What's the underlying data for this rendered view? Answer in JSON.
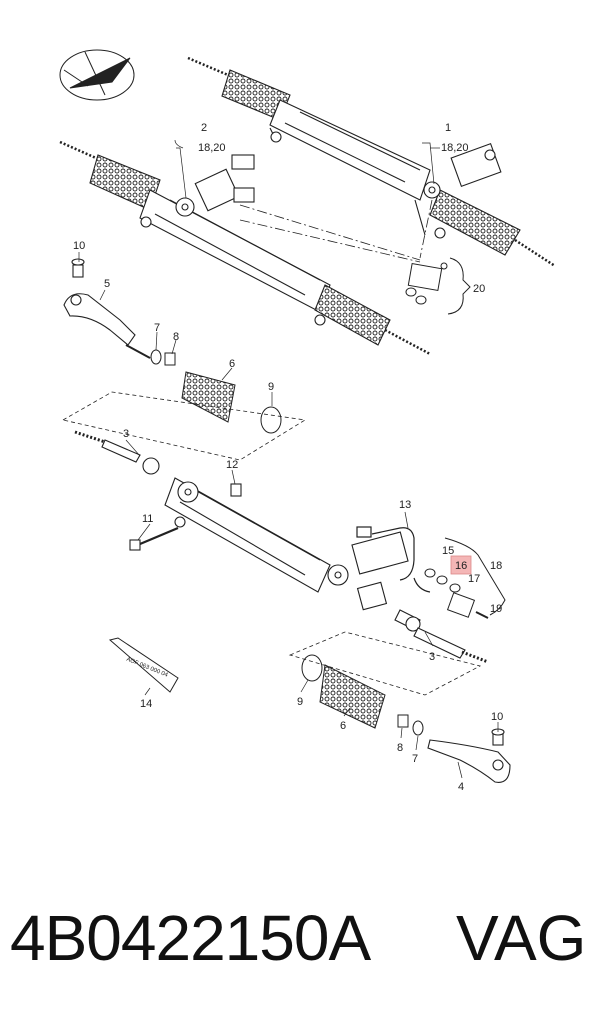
{
  "diagram": {
    "callouts": {
      "assembly_lhd_ref": "1",
      "assembly_lhd_sub": "18,20",
      "assembly_rhd_ref": "2",
      "assembly_rhd_sub": "18,20",
      "bracket_ref": "20",
      "nut_top": "10",
      "tie_rod_left": "5",
      "nut_7_top": "7",
      "nut_8_top": "8",
      "boot_top": "6",
      "clamp_top": "9",
      "inner_rod_top": "3",
      "cap_12": "12",
      "bolt_11": "11",
      "pipe_13": "13",
      "seal_15": "15",
      "seal_16": "16",
      "ring_17": "17",
      "group_18": "18",
      "screw_19": "19",
      "inner_rod_bottom": "3",
      "grease_14": "14",
      "clamp_bottom": "9",
      "boot_bottom": "6",
      "nut_8_bottom": "8",
      "nut_7_bottom": "7",
      "tie_rod_right": "4",
      "nut_bottom": "10"
    },
    "grease_tube_text": "AOF 063 000 04",
    "highlight_color": "#f4b6b6"
  },
  "caption": {
    "part_number": "4B0422150A",
    "brand": "VAG"
  }
}
